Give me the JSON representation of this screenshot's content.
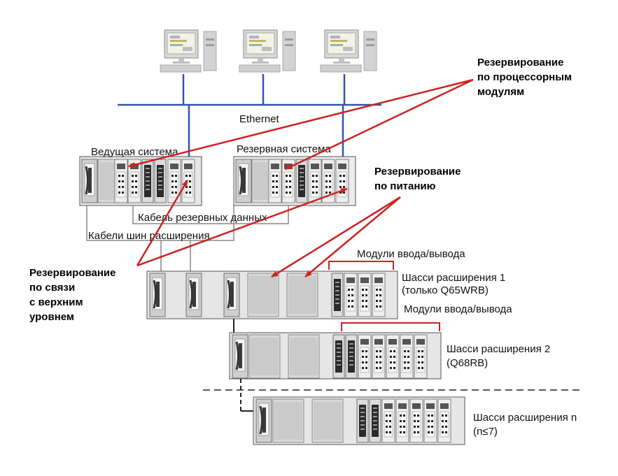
{
  "colors": {
    "ethernet_line": "#3355aa",
    "redundancy_arrow": "#cc2222",
    "chassis_body": "#e6e6e6",
    "chassis_outline": "#555555"
  },
  "network": {
    "ethernet_label": "Ethernet"
  },
  "systems": {
    "master_label": "Ведущая система",
    "standby_label": "Резервная система",
    "tracking_cable_label": "Кабель резервных данных",
    "extension_cables_label": "Кабели шин расширения"
  },
  "callouts": {
    "cpu_redundancy": [
      "Резервирование",
      "по процессорным",
      "модулям"
    ],
    "power_redundancy": [
      "Резервирование",
      "по питанию"
    ],
    "comm_redundancy": [
      "Резервирование",
      "по связи",
      "с верхним",
      "уровнем"
    ]
  },
  "extensions": {
    "io_modules_label_1": "Модули ввода/вывода",
    "io_modules_label_2": "Модули ввода/вывода",
    "chassis_1": [
      "Шасси расширения 1",
      "(только Q65WRB)"
    ],
    "chassis_2": [
      "Шасси расширения 2",
      "(Q68RB)"
    ],
    "chassis_n": [
      "Шасси расширения n",
      "(n≤7)"
    ]
  }
}
